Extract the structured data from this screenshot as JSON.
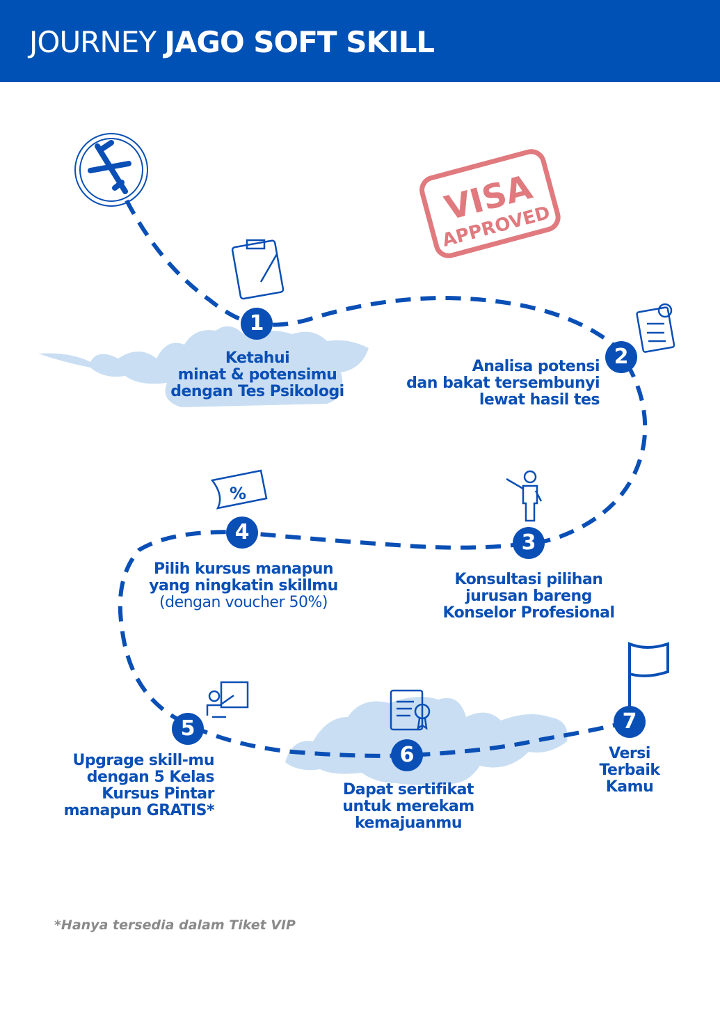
{
  "header": {
    "title_light": "JOURNEY",
    "title_bold": "JAGO SOFT SKILL"
  },
  "stamp": {
    "line1": "VISA",
    "line2": "APPROVED"
  },
  "steps": [
    {
      "number": "1",
      "lines": [
        "Ketahui",
        "minat & potensimu",
        "dengan Tes Psikologi"
      ],
      "icon": "clipboard-icon"
    },
    {
      "number": "2",
      "lines": [
        "Analisa potensi",
        "dan bakat tersembunyi",
        "lewat hasil tes"
      ],
      "icon": "test-sheet-icon"
    },
    {
      "number": "3",
      "lines": [
        "Konsultasi pilihan",
        "jurusan bareng",
        "Konselor Profesional"
      ],
      "icon": "counselor-icon"
    },
    {
      "number": "4",
      "lines": [
        "Pilih kursus manapun",
        "yang ningkatin skillmu",
        "(dengan voucher 50%)"
      ],
      "icon": "voucher-icon"
    },
    {
      "number": "5",
      "lines": [
        "Upgrage skill-mu",
        "dengan 5 Kelas",
        "Kursus Pintar",
        "manapun GRATIS*"
      ],
      "icon": "teacher-board-icon"
    },
    {
      "number": "6",
      "lines": [
        "Dapat sertifikat",
        "untuk merekam",
        "kemajuanmu"
      ],
      "icon": "certificate-icon"
    },
    {
      "number": "7",
      "lines": [
        "Versi",
        "Terbaik",
        "Kamu"
      ],
      "icon": "flag-icon"
    }
  ],
  "footnote": "*Hanya tersedia dalam Tiket VIP",
  "colors": {
    "brand": "#0051b5",
    "text": "#0a4fb5",
    "cloud": "#c9def2",
    "stamp": "#e07a7e"
  }
}
